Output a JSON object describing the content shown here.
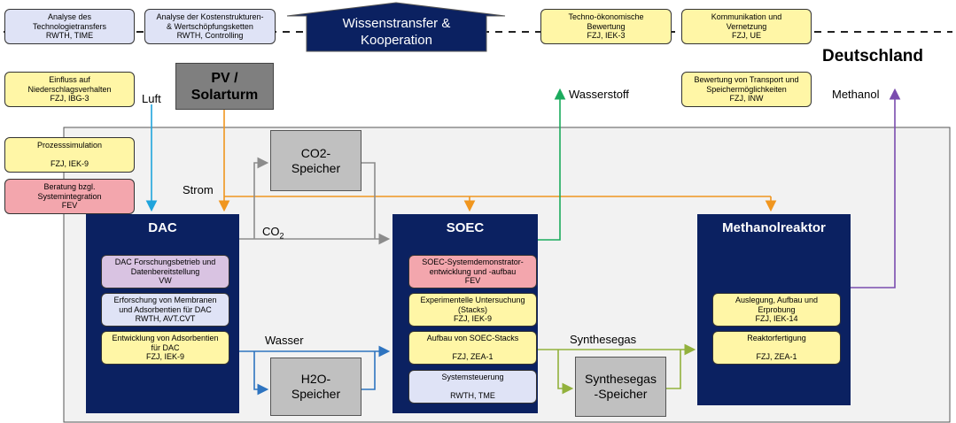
{
  "top": {
    "transfer_label": "Wissenstransfer &\nKooperation",
    "notes": [
      "Analyse des\nTechnologietransfers\nRWTH, TIME",
      "Analyse der Kostenstrukturen-\n& Wertschöpfungsketten\nRWTH, Controlling",
      "Techno-ökonomische\nBewertung\nFZJ, IEK-3",
      "Kommunikation und\nVernetzung\nFZJ, UE"
    ]
  },
  "region": "Deutschland",
  "left_notes": [
    "Einfluss auf\nNiederschlagsverhalten\nFZJ, IBG-3",
    "Prozesssimulation\n\nFZJ, IEK-9",
    "Beratung bzgl.\nSystemintegration\nFEV"
  ],
  "transport_note": "Bewertung von Transport und\nSpeichermöglichkeiten\nFZJ, INW",
  "pv": "PV /\nSolarturm",
  "flows": {
    "luft": "Luft",
    "strom": "Strom",
    "co2": "CO",
    "co2_sub": "2",
    "wasser": "Wasser",
    "synthesegas": "Synthesegas",
    "wasserstoff": "Wasserstoff",
    "methanol": "Methanol"
  },
  "storage": {
    "co2": "CO2-\nSpeicher",
    "h2o": "H2O-\nSpeicher",
    "syngas": "Synthesegas\n-Speicher"
  },
  "dac": {
    "title": "DAC",
    "items": [
      "DAC Forschungsbetrieb und\nDatenbereitstellung\nVW",
      "Erforschung von Membranen\nund Adsorbentien für DAC\nRWTH, AVT.CVT",
      "Entwicklung von Adsorbentien\nfür DAC\nFZJ, IEK-9"
    ]
  },
  "soec": {
    "title": "SOEC",
    "items": [
      "SOEC-Systemdemonstrator-\nentwicklung und -aufbau\nFEV",
      "Experimentelle Untersuchung\n(Stacks)\nFZJ, IEK-9",
      "Aufbau von SOEC-Stacks\n\nFZJ, ZEA-1",
      "Systemsteuerung\n\nRWTH, TME"
    ]
  },
  "methanol": {
    "title": "Methanolreaktor",
    "items": [
      "Auslegung, Aufbau und\nErprobung\nFZJ, IEK-14",
      "Reaktorfertigung\n\nFZJ, ZEA-1"
    ]
  },
  "colors": {
    "navy": "#0b2161",
    "strom": "#f0961f",
    "luft": "#1fa4dc",
    "co2": "#8c8c8c",
    "wasser": "#2e74c0",
    "syngas": "#92b13c",
    "wasserstoff": "#1bab5d",
    "methanol": "#7a4cae",
    "note_yellow": "#fff6a6",
    "note_pink": "#f3a6ad",
    "note_blue": "#dfe3f6",
    "note_violet": "#d9c3e2"
  }
}
